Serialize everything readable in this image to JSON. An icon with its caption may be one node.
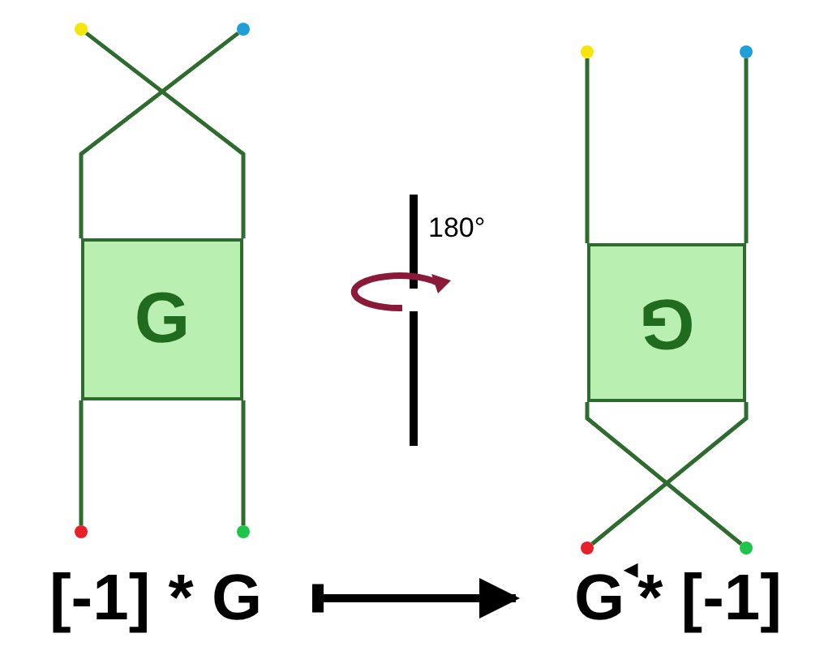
{
  "diagram": {
    "nodes": [
      {
        "text": [
          "G"
        ]
      },
      {
        "text": [
          "G"
        ]
      },
      {
        "text": [],
        "shape": "circle"
      },
      {
        "text": [],
        "shape": "circle"
      },
      {
        "text": [],
        "shape": "circle"
      },
      {
        "text": [],
        "shape": "circle"
      },
      {
        "text": [],
        "shape": "circle"
      },
      {
        "text": [],
        "shape": "circle"
      },
      {
        "text": [],
        "shape": "circle"
      },
      {
        "text": [],
        "shape": "circle"
      },
      {
        "text": [
          "[-1] * G"
        ]
      },
      {
        "text": [
          "G$^{◂}$* [-1]"
        ]
      }
    ],
    "edges": [
      {
        "from": 0,
        "to": 2,
        "arrow": "none"
      },
      {
        "from": 0,
        "to": 3,
        "arrow": "none"
      },
      {
        "from": 0,
        "to": 4,
        "arrow": "none"
      },
      {
        "from": 0,
        "to": 5,
        "arrow": "none"
      },
      {
        "from": 1,
        "to": 6,
        "arrow": "none"
      },
      {
        "from": 1,
        "to": 7,
        "arrow": "none"
      },
      {
        "from": 1,
        "to": 8,
        "arrow": "none"
      },
      {
        "from": 1,
        "to": 9,
        "arrow": "none"
      },
      {
        "from": 10,
        "to": 11,
        "arrow": "to",
        "style": "thick",
        "color": "#000000"
      }
    ],
    "labels": [
      "180°"
    ]
  }
}
